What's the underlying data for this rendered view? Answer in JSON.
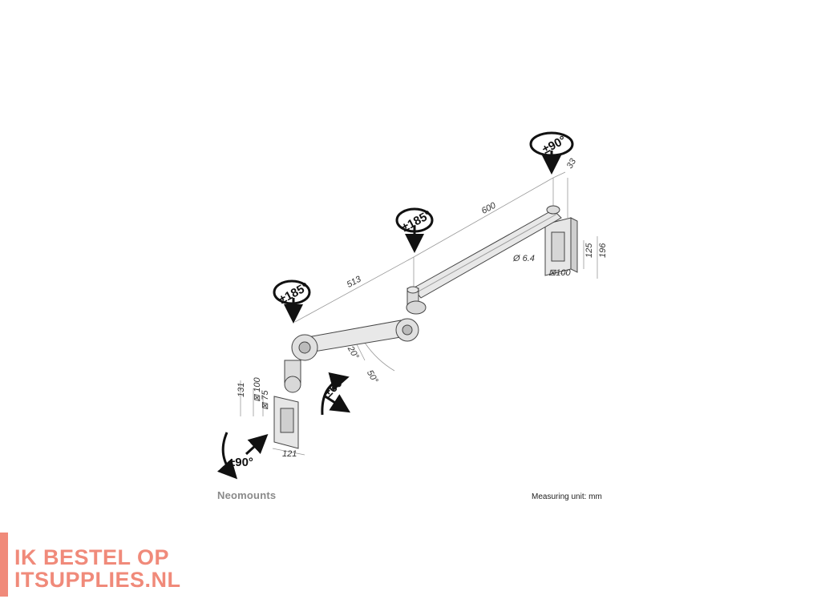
{
  "diagram": {
    "rotation_labels": {
      "left_swivel": "±185°",
      "mid_swivel": "±185°",
      "wall_swivel": "±90°",
      "tilt": "±60°",
      "rotate": "±90°"
    },
    "dimensions": {
      "arm_front": "513",
      "arm_back": "600",
      "wall_offset": "33",
      "hole_diameter": "Ø 6.4",
      "wall_vesa": "⊠100",
      "wall_plate_height_inner": "125",
      "wall_plate_height_outer": "196",
      "angle_up": "20°",
      "angle_down": "50°",
      "head_height": "131",
      "head_vesa_100": "⊠ 100",
      "head_vesa_75": "⊠ 75",
      "head_width": "121"
    }
  },
  "footer": {
    "brand": "Neomounts",
    "measuring_unit": "Measuring unit: mm"
  },
  "banner": {
    "line1": "IK BESTEL OP",
    "line2": "ITSUPPLIES.NL"
  },
  "colors": {
    "line": "#444444",
    "metal": "#e6e6e6",
    "banner": "#f08a7a"
  }
}
